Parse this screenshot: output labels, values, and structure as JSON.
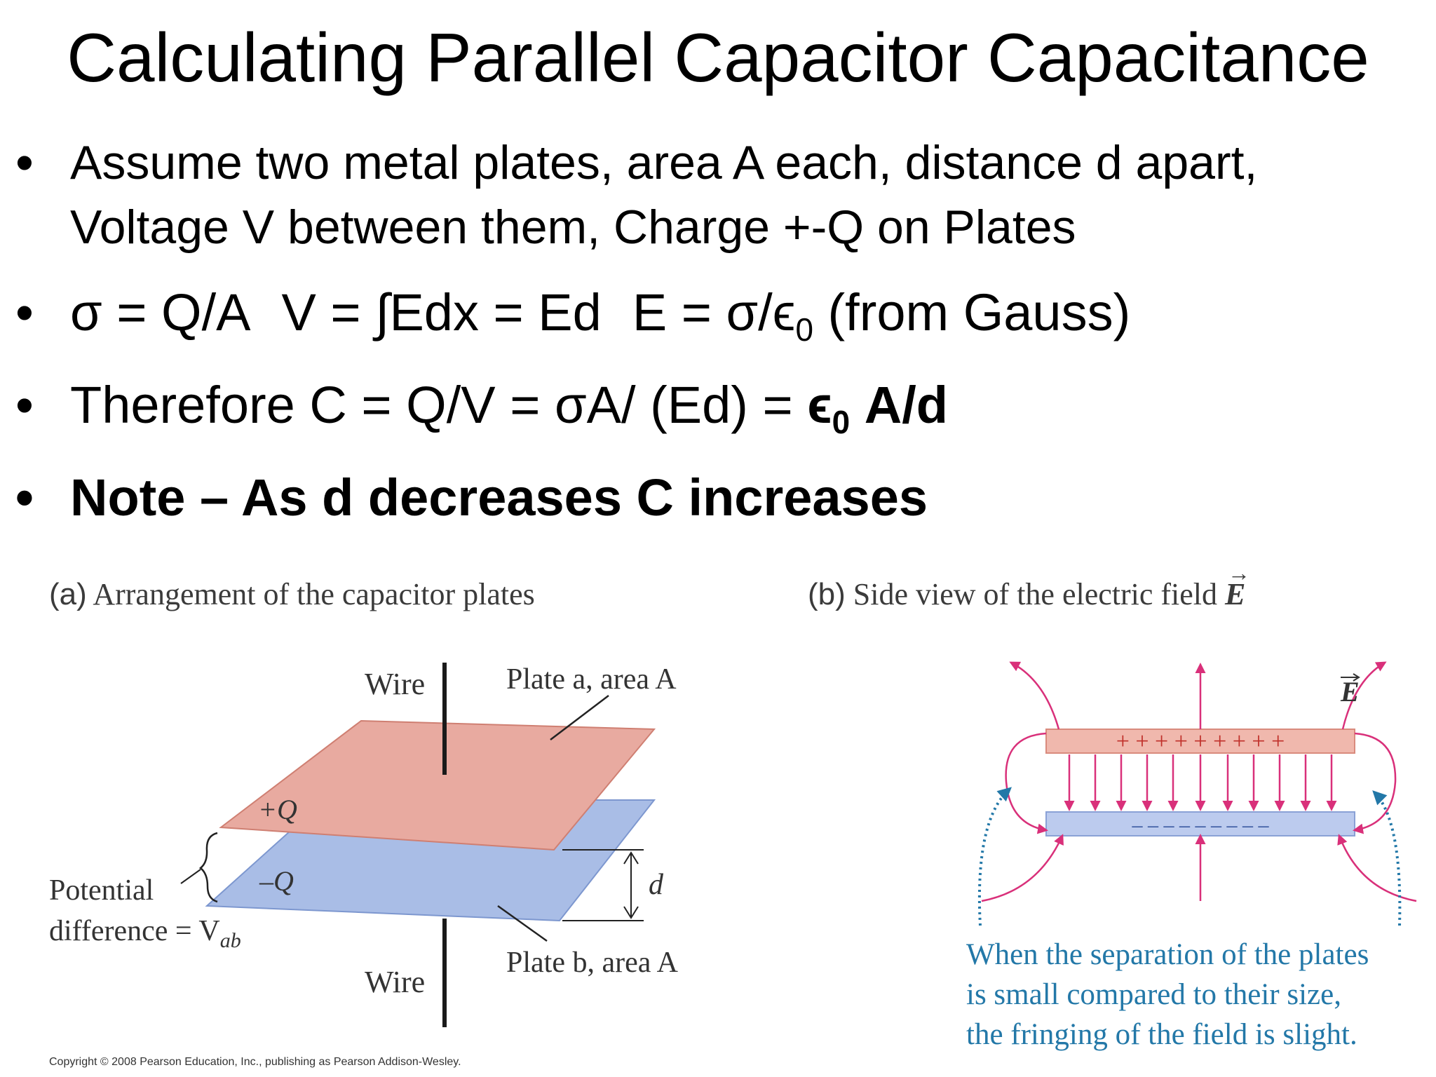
{
  "slide": {
    "title": "Calculating Parallel Capacitor Capacitance",
    "bullet_symbol": "•",
    "bullet1": {
      "line1": "Assume two metal plates, area A each, distance d apart,",
      "line2": "Voltage V between them, Charge +-Q on Plates"
    },
    "bullet2": {
      "part1": "σ = Q/A",
      "part2": "V = ∫Edx = Ed",
      "part3": "E = σ/ϵ",
      "sub": "0",
      "part4": " (from Gauss)"
    },
    "bullet3": {
      "text": "Therefore C = Q/V = σA/ (Ed) = ",
      "bold_eps": "ϵ",
      "sub": "0",
      "bold_tail": " A/d"
    },
    "bullet4": "Note – As d decreases C increases"
  },
  "figure_a": {
    "tag": "(a)",
    "caption": " Arrangement of the capacitor plates",
    "wire_top": "Wire",
    "wire_bottom": "Wire",
    "plate_a_label": "Plate a, area A",
    "plate_b_label": "Plate b, area A",
    "plus_q": "+Q",
    "minus_q": "–Q",
    "d_label": "d",
    "potential_line1": "Potential",
    "potential_line2": "difference = V",
    "potential_sub": "ab",
    "colors": {
      "plate_top": "#e8aaa0",
      "plate_bottom": "#a9bde6"
    }
  },
  "figure_b": {
    "tag": "(b)",
    "caption": " Side view of the electric field ",
    "caption_symbol": "E",
    "e_label": "E",
    "plus_signs": "+ + + + + + + + +",
    "minus_signs": "– – – – – – – – –",
    "note_line1": "When the separation of the plates",
    "note_line2": "is small compared to their size,",
    "note_line3": "the fringing of the field is slight.",
    "colors": {
      "field": "#d9307a",
      "note": "#2378a8"
    }
  },
  "copyright": "Copyright © 2008 Pearson Education, Inc., publishing as Pearson Addison-Wesley."
}
